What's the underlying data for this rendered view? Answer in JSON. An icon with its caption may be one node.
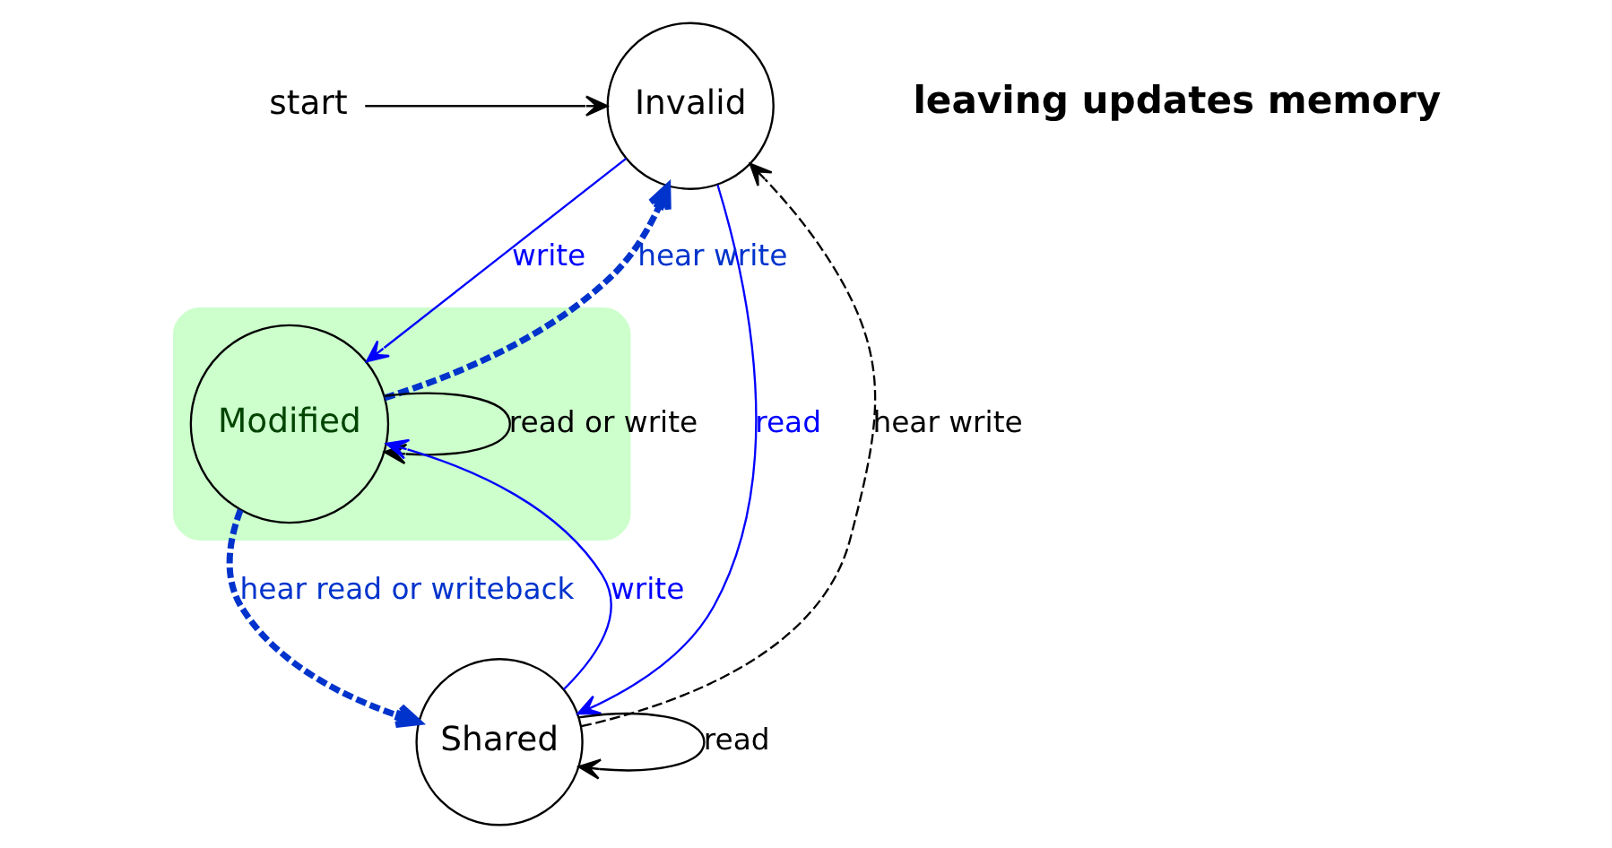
{
  "diagram": {
    "nodes": [
      {
        "text": [
          "start"
        ]
      },
      {
        "text": [
          "Invalid"
        ]
      },
      {
        "text": [],
        "shape": "box"
      },
      {
        "text": [
          "Modified"
        ],
        "in": 2
      },
      {
        "text": [
          "Shared"
        ]
      }
    ],
    "edges": [
      {
        "from": 0,
        "to": 1,
        "arrow": "to",
        "color": "#000000"
      },
      {
        "from": 1,
        "to": 3,
        "arrow": "to",
        "label": "write",
        "color": "#0000ff"
      },
      {
        "from": 1,
        "to": 4,
        "arrow": "to",
        "label": "read",
        "color": "#0000ff"
      },
      {
        "from": 4,
        "to": 3,
        "arrow": "to",
        "label": "write",
        "color": "#0000ff"
      },
      {
        "from": 3,
        "to": 1,
        "arrow": "to",
        "label": "hear write",
        "style": "dashed",
        "color": "#0033cc"
      },
      {
        "from": 3,
        "to": 4,
        "arrow": "to",
        "label": "hear read or writeback",
        "style": "dashed",
        "color": "#0033cc"
      },
      {
        "from": 4,
        "to": 1,
        "arrow": "to",
        "label": "hear write",
        "style": "dashed",
        "color": "#000000"
      },
      {
        "from": 3,
        "to": 3,
        "arrow": "to",
        "label": "read or write",
        "color": "#000000"
      },
      {
        "from": 4,
        "to": 4,
        "arrow": "to",
        "label": "read",
        "color": "#000000"
      }
    ],
    "labels": [
      "leaving updates memory"
    ]
  }
}
